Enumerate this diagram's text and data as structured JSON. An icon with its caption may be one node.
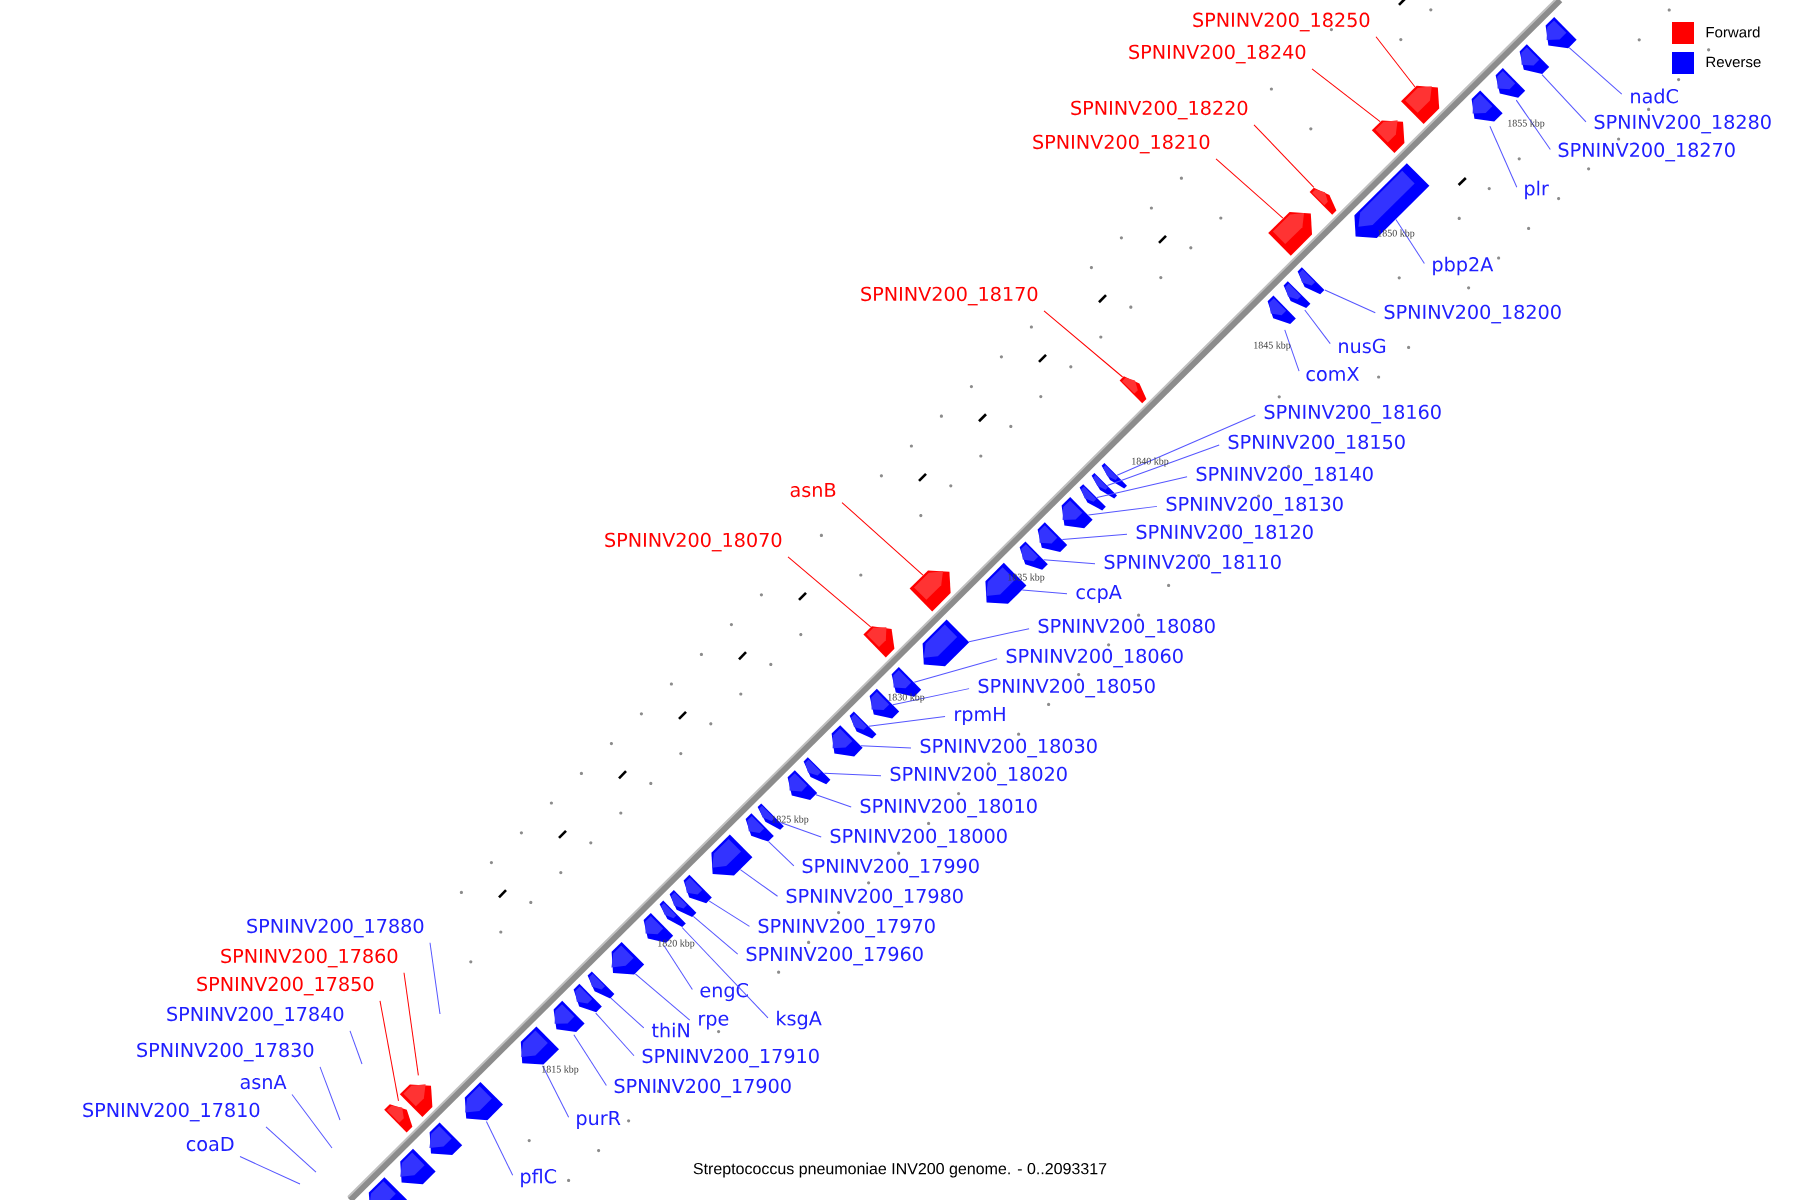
{
  "diagram": {
    "caption": "Streptococcus pneumoniae INV200 genome. - 0..2093317",
    "nodes": [
      {
        "text": [
          "SPNINV200_18250"
        ]
      },
      {
        "text": [
          "SPNINV200_18240"
        ]
      },
      {
        "text": [
          "nadC"
        ]
      },
      {
        "text": [
          "SPNINV200_18220"
        ]
      },
      {
        "text": [
          "SPNINV200_18280"
        ]
      },
      {
        "text": [
          "SPNINV200_18210"
        ]
      },
      {
        "text": [
          "SPNINV200_18270"
        ]
      },
      {
        "text": [
          "plr"
        ]
      },
      {
        "text": [
          "pbp2A"
        ]
      },
      {
        "text": [
          "SPNINV200_18170"
        ]
      },
      {
        "text": [
          "SPNINV200_18200"
        ]
      },
      {
        "text": [
          "nusG"
        ]
      },
      {
        "text": [
          "comX"
        ]
      },
      {
        "text": [
          "SPNINV200_18160"
        ]
      },
      {
        "text": [
          "SPNINV200_18150"
        ]
      },
      {
        "text": [
          "SPNINV200_18140"
        ]
      },
      {
        "text": [
          "asnB"
        ]
      },
      {
        "text": [
          "SPNINV200_18130"
        ]
      },
      {
        "text": [
          "SPNINV200_18120"
        ]
      },
      {
        "text": [
          "SPNINV200_18070"
        ]
      },
      {
        "text": [
          "SPNINV200_18110"
        ]
      },
      {
        "text": [
          "ccpA"
        ]
      },
      {
        "text": [
          "SPNINV200_18080"
        ]
      },
      {
        "text": [
          "SPNINV200_18060"
        ]
      },
      {
        "text": [
          "SPNINV200_18050"
        ]
      },
      {
        "text": [
          "rpmH"
        ]
      },
      {
        "text": [
          "SPNINV200_18030"
        ]
      },
      {
        "text": [
          "SPNINV200_18020"
        ]
      },
      {
        "text": [
          "SPNINV200_18010"
        ]
      },
      {
        "text": [
          "SPNINV200_18000"
        ]
      },
      {
        "text": [
          "SPNINV200_17990"
        ]
      },
      {
        "text": [
          "SPNINV200_17980"
        ]
      },
      {
        "text": [
          "SPNINV200_17880"
        ]
      },
      {
        "text": [
          "SPNINV200_17970"
        ]
      },
      {
        "text": [
          "SPNINV200_17960"
        ]
      },
      {
        "text": [
          "SPNINV200_17860"
        ]
      },
      {
        "text": [
          "SPNINV200_17850"
        ]
      },
      {
        "text": [
          "engC"
        ]
      },
      {
        "text": [
          "ksgA"
        ]
      },
      {
        "text": [
          "SPNINV200_17840"
        ]
      },
      {
        "text": [
          "rpe"
        ]
      },
      {
        "text": [
          "thiN"
        ]
      },
      {
        "text": [
          "SPNINV200_17830"
        ]
      },
      {
        "text": [
          "SPNINV200_17910"
        ]
      },
      {
        "text": [
          "asnA"
        ]
      },
      {
        "text": [
          "SPNINV200_17900"
        ]
      },
      {
        "text": [
          "SPNINV200_17810"
        ]
      },
      {
        "text": [
          "purR"
        ]
      },
      {
        "text": [
          "coaD"
        ]
      },
      {
        "text": [
          "pflC"
        ]
      },
      {
        "text": [],
        "shape": "box"
      },
      {
        "text": [],
        "shape": "box"
      },
      {
        "text": [],
        "shape": "box"
      },
      {
        "text": [],
        "shape": "box"
      },
      {
        "text": [],
        "shape": "box"
      },
      {
        "text": [],
        "shape": "box"
      },
      {
        "text": [],
        "shape": "box"
      },
      {
        "text": [],
        "shape": "box"
      },
      {
        "text": [],
        "shape": "box"
      },
      {
        "text": [],
        "shape": "box"
      },
      {
        "text": [],
        "shape": "box"
      },
      {
        "text": [],
        "shape": "box"
      },
      {
        "text": [],
        "shape": "box"
      },
      {
        "text": [],
        "shape": "box"
      },
      {
        "text": [],
        "shape": "box"
      },
      {
        "text": [],
        "shape": "box"
      },
      {
        "text": [],
        "shape": "box"
      },
      {
        "text": [],
        "shape": "box"
      },
      {
        "text": [],
        "shape": "box"
      },
      {
        "text": [],
        "shape": "box"
      },
      {
        "text": [],
        "shape": "box"
      },
      {
        "text": [],
        "shape": "box"
      },
      {
        "text": [],
        "shape": "box"
      },
      {
        "text": [],
        "shape": "box"
      },
      {
        "text": [],
        "shape": "box"
      },
      {
        "text": [],
        "shape": "box"
      },
      {
        "text": [],
        "shape": "box"
      },
      {
        "text": [],
        "shape": "box"
      },
      {
        "text": [],
        "shape": "box"
      },
      {
        "text": [],
        "shape": "box"
      },
      {
        "text": [],
        "shape": "box"
      },
      {
        "text": [],
        "shape": "box"
      },
      {
        "text": [],
        "shape": "box"
      },
      {
        "text": [],
        "shape": "box"
      },
      {
        "text": [],
        "shape": "box"
      },
      {
        "text": [],
        "shape": "box"
      },
      {
        "text": [],
        "shape": "box"
      },
      {
        "text": [],
        "shape": "box"
      },
      {
        "text": [],
        "shape": "box"
      },
      {
        "text": [],
        "shape": "box"
      },
      {
        "text": [],
        "shape": "box"
      },
      {
        "text": [],
        "shape": "box"
      },
      {
        "text": [],
        "shape": "box"
      },
      {
        "text": [],
        "shape": "box"
      },
      {
        "text": [],
        "shape": "box"
      },
      {
        "text": [],
        "shape": "box"
      },
      {
        "text": [],
        "shape": "box"
      }
    ],
    "edges": [
      {
        "from": 0,
        "to": 92,
        "arrow": "none",
        "color": "#ff0000"
      },
      {
        "from": 1,
        "to": 91,
        "arrow": "none",
        "color": "#ff0000"
      },
      {
        "from": 2,
        "to": 96,
        "arrow": "none"
      },
      {
        "from": 3,
        "to": 89,
        "arrow": "none",
        "color": "#ff0000"
      },
      {
        "from": 4,
        "to": 95,
        "arrow": "none"
      },
      {
        "from": 5,
        "to": 88,
        "arrow": "none",
        "color": "#ff0000"
      },
      {
        "from": 6,
        "to": 94,
        "arrow": "none"
      },
      {
        "from": 7,
        "to": 93,
        "arrow": "none"
      },
      {
        "from": 8,
        "to": 90,
        "arrow": "none"
      },
      {
        "from": 9,
        "to": 84,
        "arrow": "none",
        "color": "#ff0000"
      },
      {
        "from": 10,
        "to": 87,
        "arrow": "none"
      },
      {
        "from": 11,
        "to": 86,
        "arrow": "none"
      },
      {
        "from": 12,
        "to": 85,
        "arrow": "none"
      },
      {
        "from": 13,
        "to": 83,
        "arrow": "none"
      },
      {
        "from": 14,
        "to": 82,
        "arrow": "none"
      },
      {
        "from": 15,
        "to": 81,
        "arrow": "none"
      },
      {
        "from": 16,
        "to": 76,
        "arrow": "none",
        "color": "#ff0000"
      },
      {
        "from": 17,
        "to": 80,
        "arrow": "none"
      },
      {
        "from": 18,
        "to": 79,
        "arrow": "none"
      },
      {
        "from": 19,
        "to": 74,
        "arrow": "none",
        "color": "#ff0000"
      },
      {
        "from": 20,
        "to": 78,
        "arrow": "none"
      },
      {
        "from": 21,
        "to": 77,
        "arrow": "none"
      },
      {
        "from": 22,
        "to": 75,
        "arrow": "none"
      },
      {
        "from": 23,
        "to": 73,
        "arrow": "none"
      },
      {
        "from": 24,
        "to": 72,
        "arrow": "none"
      },
      {
        "from": 25,
        "to": 71,
        "arrow": "none"
      },
      {
        "from": 26,
        "to": 70,
        "arrow": "none"
      },
      {
        "from": 27,
        "to": 69,
        "arrow": "none"
      },
      {
        "from": 28,
        "to": 68,
        "arrow": "none"
      },
      {
        "from": 29,
        "to": 67,
        "arrow": "none"
      },
      {
        "from": 30,
        "to": 66,
        "arrow": "none"
      },
      {
        "from": 31,
        "to": 65,
        "arrow": "none"
      },
      {
        "from": 32,
        "to": null,
        "arrow": "none"
      },
      {
        "from": 33,
        "to": 64,
        "arrow": "none"
      },
      {
        "from": 34,
        "to": 63,
        "arrow": "none"
      },
      {
        "from": 35,
        "to": 54,
        "arrow": "none",
        "color": "#ff0000"
      },
      {
        "from": 36,
        "to": 52,
        "arrow": "none",
        "color": "#ff0000"
      },
      {
        "from": 37,
        "to": 61,
        "arrow": "none"
      },
      {
        "from": 38,
        "to": 62,
        "arrow": "none"
      },
      {
        "from": 39,
        "to": null,
        "arrow": "none"
      },
      {
        "from": 40,
        "to": 60,
        "arrow": "none"
      },
      {
        "from": 41,
        "to": 59,
        "arrow": "none"
      },
      {
        "from": 42,
        "to": null,
        "arrow": "none"
      },
      {
        "from": 43,
        "to": 58,
        "arrow": "none"
      },
      {
        "from": 44,
        "to": null,
        "arrow": "none"
      },
      {
        "from": 45,
        "to": 57,
        "arrow": "none"
      },
      {
        "from": 46,
        "to": null,
        "arrow": "none"
      },
      {
        "from": 47,
        "to": 56,
        "arrow": "none"
      },
      {
        "from": 48,
        "to": null,
        "arrow": "none"
      },
      {
        "from": 49,
        "to": 55,
        "arrow": "none"
      }
    ],
    "labels": [
      "1855 kbp",
      "1850 kbp",
      "1845 kbp",
      "1840 kbp",
      "1835 kbp",
      "1830 kbp",
      "1825 kbp",
      "1820 kbp",
      "1815 kbp"
    ],
    "legend": [
      {
        "text": "Forward",
        "color": "#ff0000"
      },
      {
        "text": "Reverse",
        "color": "#0000ff"
      }
    ]
  }
}
